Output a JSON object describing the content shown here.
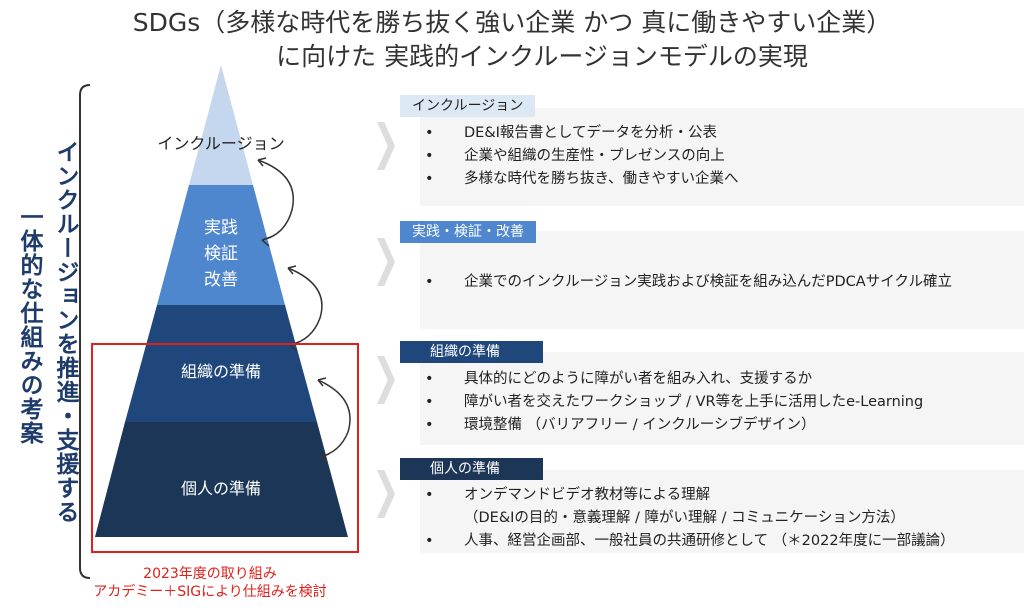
{
  "title": {
    "line1": "SDGs（多様な時代を勝ち抜く強い企業 かつ 真に働きやすい企業）",
    "line2": "に向けた 実践的インクルージョンモデルの実現"
  },
  "side": {
    "inner": "インクルージョンを推進・支援する",
    "outer": "一体的な仕組みの考案"
  },
  "pyramid": {
    "layers": [
      "インクルージョン",
      "実践\n検証\n改善",
      "組織の準備",
      "個人の準備"
    ],
    "colors": [
      "#c5d7ee",
      "#4f87cf",
      "#1f477c",
      "#1b3657"
    ]
  },
  "note": {
    "line1": "2023年度の取り組み",
    "line2": "アカデミー＋SIGにより仕組みを検討"
  },
  "sections": [
    {
      "header": "インクルージョン",
      "items": [
        "DE&I報告書としてデータを分析・公表",
        "企業や組織の生産性・プレゼンスの向上",
        "多様な時代を勝ち抜き、働きやすい企業へ"
      ]
    },
    {
      "header": "実践・検証・改善",
      "items": [
        "企業でのインクルージョン実践および検証を組み込んだPDCAサイクル確立"
      ]
    },
    {
      "header": "組織の準備",
      "items": [
        "具体的にどのように障がい者を組み入れ、支援するか",
        "障がい者を交えたワークショップ / VR等を上手に活用したe-Learning",
        "環境整備 （バリアフリー / インクルーシブデザイン）"
      ]
    },
    {
      "header": "個人の準備",
      "items": [
        "オンデマンドビデオ教材等による理解",
        "（DE&Iの目的・意義理解 / 障がい理解 / コミュニケーション方法）",
        "人事、経営企画部、一般社員の共通研修として （＊2022年度に一部議論）"
      ]
    }
  ],
  "bullet": "•"
}
